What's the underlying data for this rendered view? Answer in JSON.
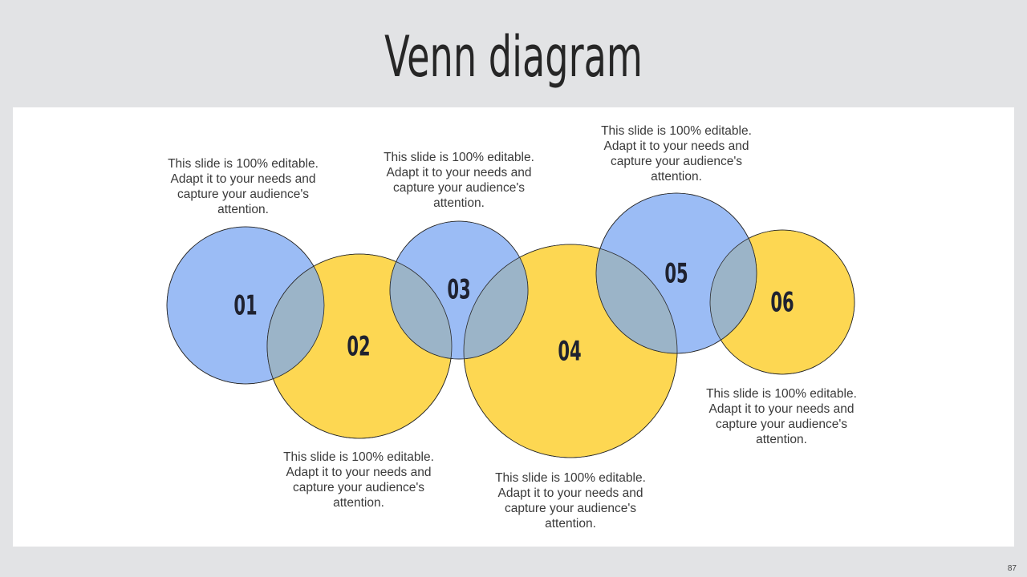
{
  "slide": {
    "title": "Venn diagram",
    "page_number": "87"
  },
  "colors": {
    "background": "#e2e3e5",
    "panel": "#ffffff",
    "blue": "#9bbcf5",
    "yellow": "#fdd752",
    "overlap": "#9bb4c8",
    "text": "#3a3a3a"
  },
  "circles": [
    {
      "label": "01",
      "color": "blue"
    },
    {
      "label": "02",
      "color": "yellow"
    },
    {
      "label": "03",
      "color": "blue"
    },
    {
      "label": "04",
      "color": "yellow"
    },
    {
      "label": "05",
      "color": "blue"
    },
    {
      "label": "06",
      "color": "yellow"
    }
  ],
  "captions": [
    "This slide is 100% editable. Adapt it to your needs and capture your audience's attention.",
    "This slide is 100% editable. Adapt it to your needs and capture your audience's attention.",
    "This slide is 100% editable. Adapt it to your needs and capture your audience's attention.",
    "This slide is 100% editable. Adapt it to your needs and capture your audience's attention.",
    "This slide is 100% editable. Adapt it to your needs and capture your audience's attention.",
    "This slide is 100% editable. Adapt it to your needs and capture your audience's attention."
  ]
}
